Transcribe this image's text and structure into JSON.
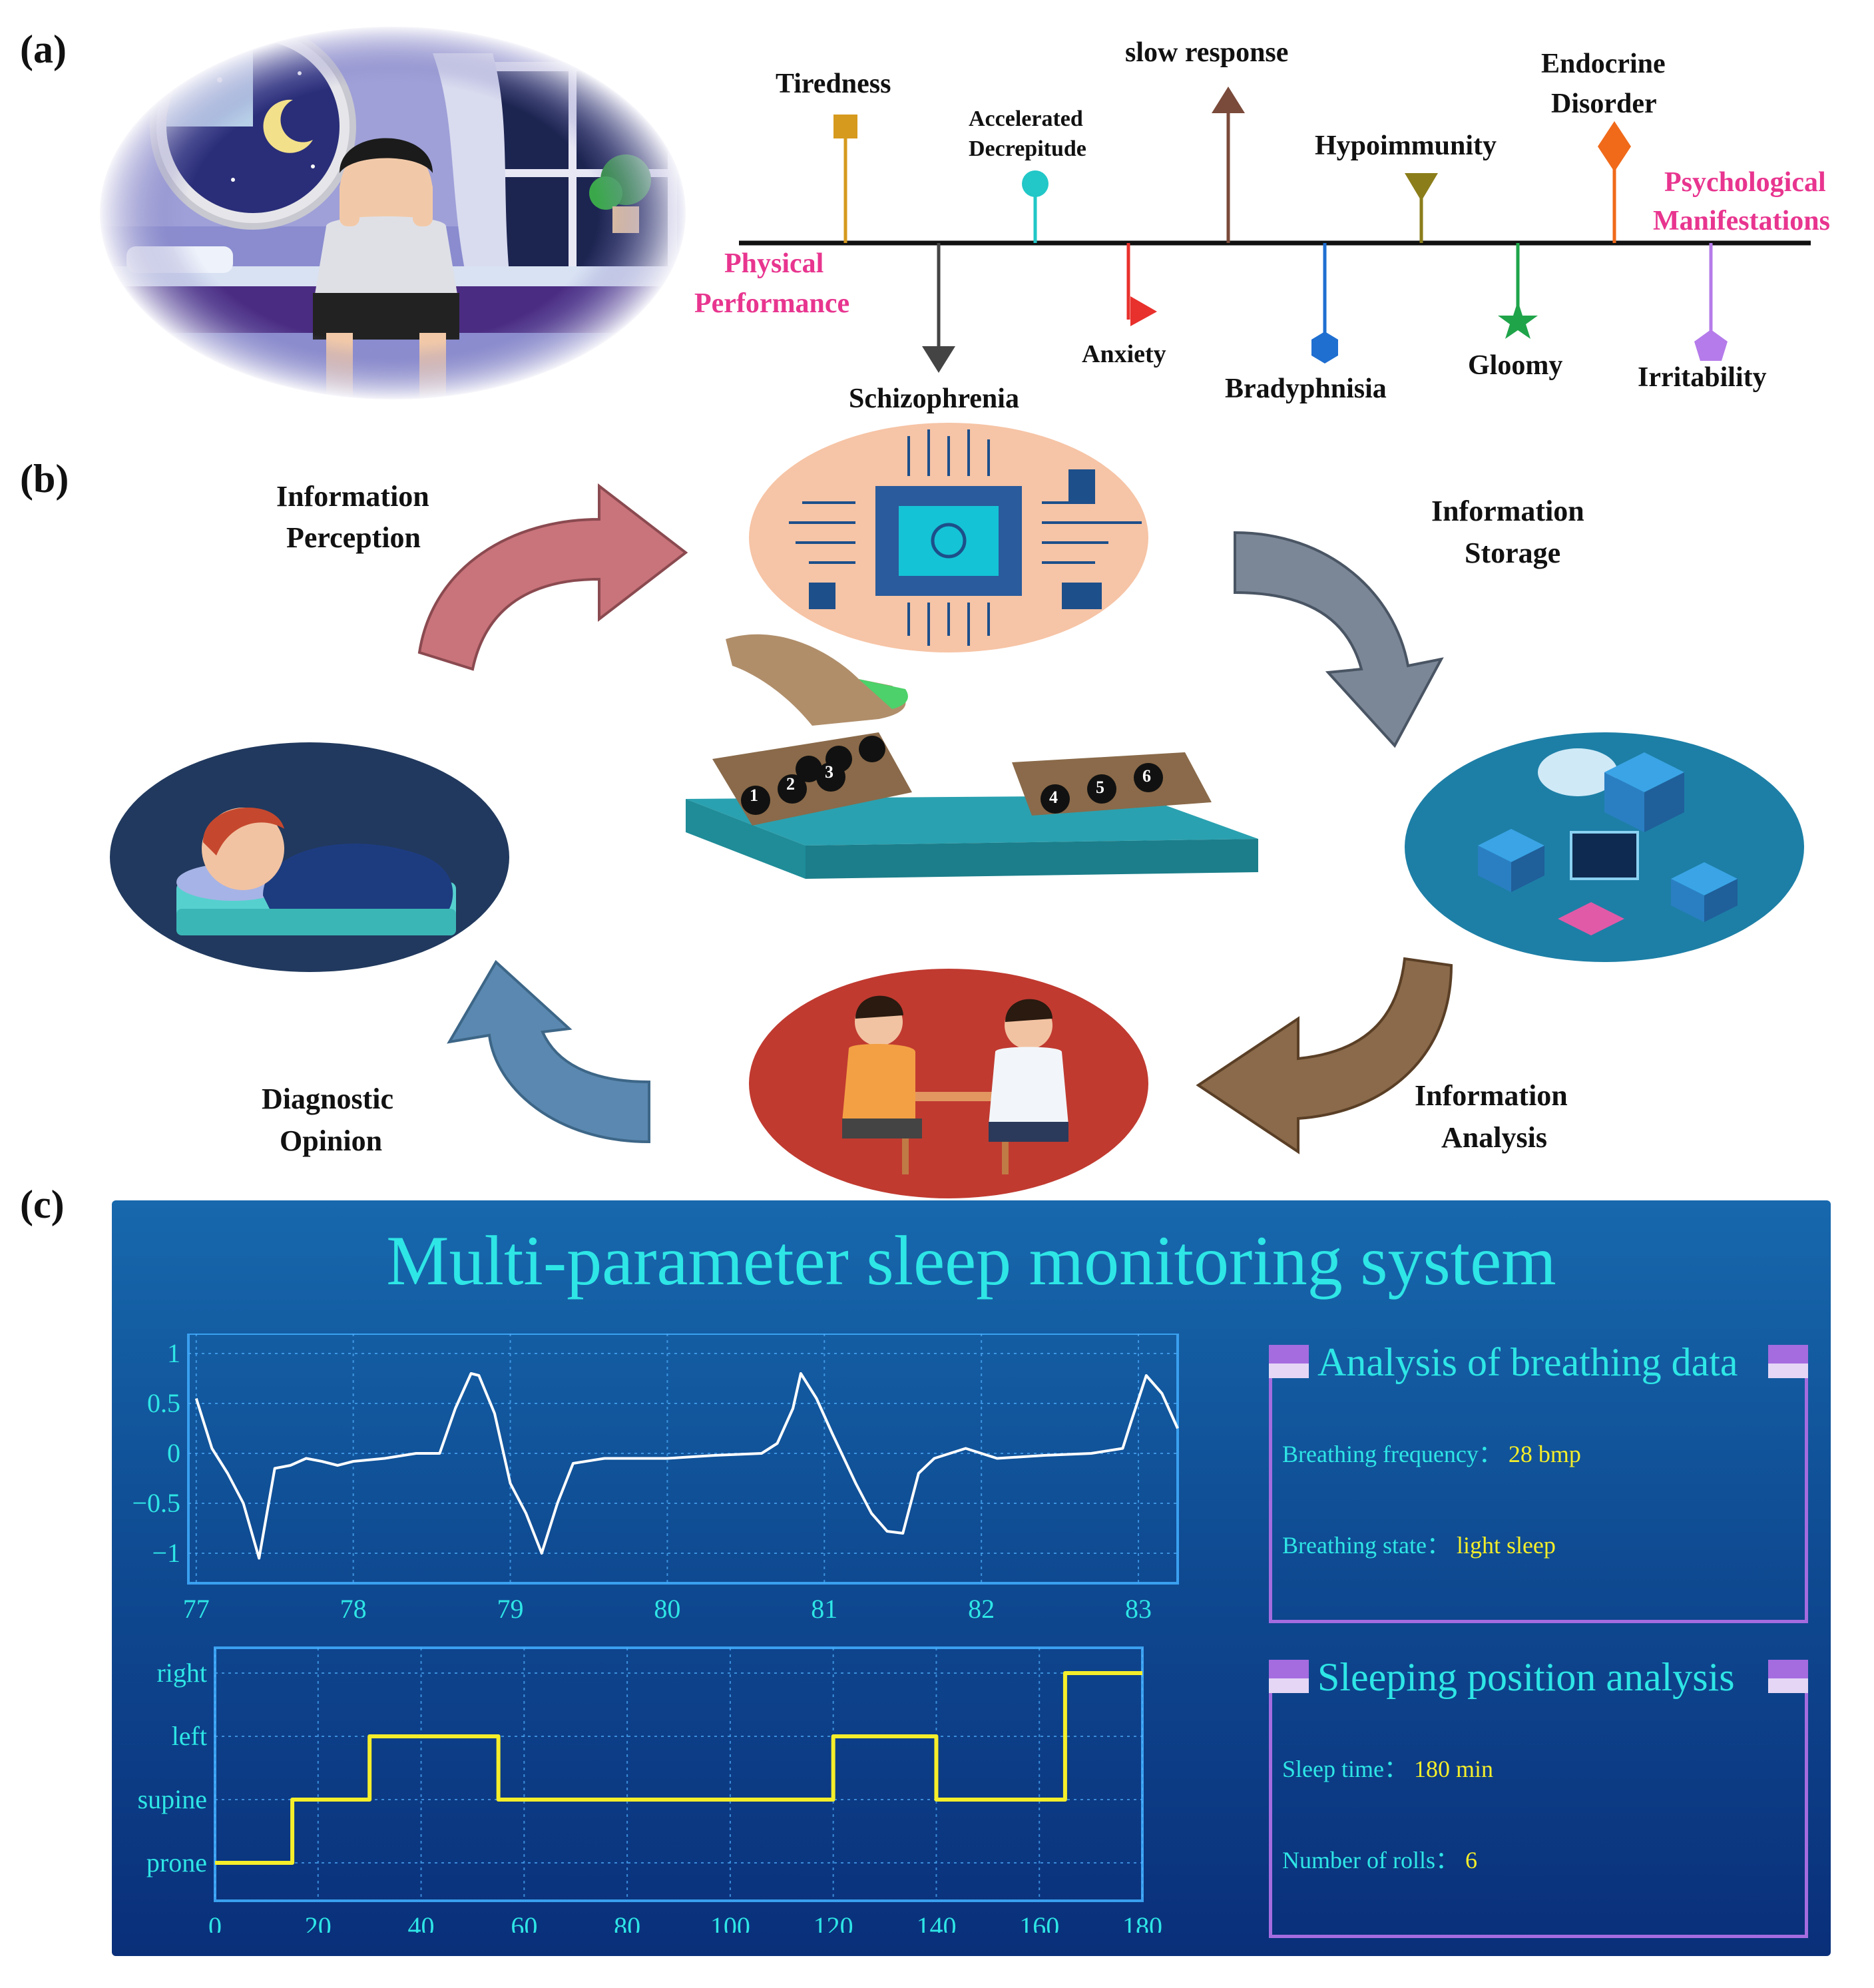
{
  "panels": {
    "a": "(a)",
    "b": "(b)",
    "c": "(c)"
  },
  "timeline": {
    "start_label_line1": "Physical",
    "start_label_line2": "Performance",
    "end_label_line1": "Psychological",
    "end_label_line2": "Manifestations",
    "items_above": [
      {
        "label": "Tiredness",
        "color": "#d69a1e",
        "marker": "square"
      },
      {
        "label_line1": "Accelerated",
        "label_line2": "Decrepitude",
        "color": "#22c7c7",
        "marker": "circle"
      },
      {
        "label": "slow response",
        "color": "#7a4a3a",
        "marker": "arrow-up"
      },
      {
        "label": "Hypoimmunity",
        "color": "#8b7d1a",
        "marker": "triangle-down"
      },
      {
        "label_line1": "Endocrine",
        "label_line2": "Disorder",
        "color": "#f06a1a",
        "marker": "diamond"
      }
    ],
    "items_below": [
      {
        "label": "Schizophrenia",
        "color": "#444444",
        "marker": "arrow-down"
      },
      {
        "label": "Anxiety",
        "color": "#e8302c",
        "marker": "triangle-right"
      },
      {
        "label": "Bradyphnisia",
        "color": "#1f6fd1",
        "marker": "hexagon"
      },
      {
        "label": "Gloomy",
        "color": "#1fa44a",
        "marker": "star"
      },
      {
        "label": "Irritability",
        "color": "#b57bea",
        "marker": "pentagon"
      }
    ]
  },
  "cycle": {
    "perception_line1": "Information",
    "perception_line2": "Perception",
    "storage_line1": "Information",
    "storage_line2": "Storage",
    "analysis_line1": "Information",
    "analysis_line2": "Analysis",
    "diagnostic_line1": "Diagnostic",
    "diagnostic_line2": "Opinion",
    "device_keys": [
      "1",
      "2",
      "3",
      "4",
      "5",
      "6"
    ]
  },
  "dashboard": {
    "title": "Multi-parameter sleep monitoring system",
    "breathing_panel": {
      "title": "Analysis of breathing data",
      "freq_label": "Breathing frequency：",
      "freq_value": "28 bmp",
      "state_label": "Breathing state：",
      "state_value": "light sleep"
    },
    "position_panel": {
      "title": "Sleeping position analysis",
      "time_label": "Sleep time：",
      "time_value": "180 min",
      "rolls_label": "Number of rolls：",
      "rolls_value": "6"
    },
    "colors": {
      "bg_top": "#1560a6",
      "bg_bottom": "#0a2f7a",
      "accent": "#2ee6e6",
      "yellow": "#f5ee2a",
      "purple": "#a56ce0"
    }
  },
  "chart_data": [
    {
      "type": "line",
      "x": [
        77.0,
        77.1,
        77.2,
        77.3,
        77.4,
        77.5,
        77.6,
        77.7,
        77.8,
        77.9,
        78.0,
        78.2,
        78.4,
        78.55,
        78.65,
        78.75,
        78.8,
        78.9,
        79.0,
        79.1,
        79.2,
        79.3,
        79.4,
        79.6,
        79.8,
        80.0,
        80.3,
        80.6,
        80.7,
        80.8,
        80.85,
        80.95,
        81.05,
        81.2,
        81.3,
        81.4,
        81.5,
        81.6,
        81.7,
        81.9,
        82.1,
        82.4,
        82.7,
        82.9,
        82.95,
        83.05,
        83.15,
        83.25
      ],
      "y": [
        0.55,
        0.05,
        -0.2,
        -0.5,
        -1.05,
        -0.15,
        -0.12,
        -0.05,
        -0.08,
        -0.12,
        -0.08,
        -0.05,
        0.0,
        0.0,
        0.45,
        0.8,
        0.78,
        0.4,
        -0.3,
        -0.6,
        -1.0,
        -0.5,
        -0.1,
        -0.05,
        -0.05,
        -0.05,
        -0.02,
        0.0,
        0.1,
        0.45,
        0.8,
        0.55,
        0.2,
        -0.3,
        -0.6,
        -0.78,
        -0.8,
        -0.2,
        -0.05,
        0.05,
        -0.05,
        -0.02,
        0.0,
        0.05,
        0.3,
        0.78,
        0.6,
        0.25
      ],
      "xlim": [
        76.95,
        83.25
      ],
      "ylim": [
        -1.3,
        1.2
      ],
      "xticks": [
        77,
        78,
        79,
        80,
        81,
        82,
        83
      ],
      "yticks": [
        1,
        0.5,
        0,
        -0.5,
        -1
      ],
      "ytick_labels": [
        "1",
        "0.5",
        "0",
        "−0.5",
        "−1"
      ],
      "color": "#ffffff",
      "grid": true
    },
    {
      "type": "line",
      "step": true,
      "x": [
        0,
        15,
        15,
        30,
        30,
        55,
        55,
        120,
        120,
        140,
        140,
        165,
        165,
        180
      ],
      "y": [
        0,
        0,
        1,
        1,
        2,
        2,
        1,
        1,
        2,
        2,
        1,
        1,
        3,
        3
      ],
      "xlim": [
        0,
        180
      ],
      "ylim": [
        -0.6,
        3.4
      ],
      "xticks": [
        0,
        20,
        40,
        60,
        80,
        100,
        120,
        140,
        160,
        180
      ],
      "ycategories": [
        "prone",
        "supine",
        "left",
        "right"
      ],
      "color": "#f5ee2a",
      "grid": true
    }
  ]
}
